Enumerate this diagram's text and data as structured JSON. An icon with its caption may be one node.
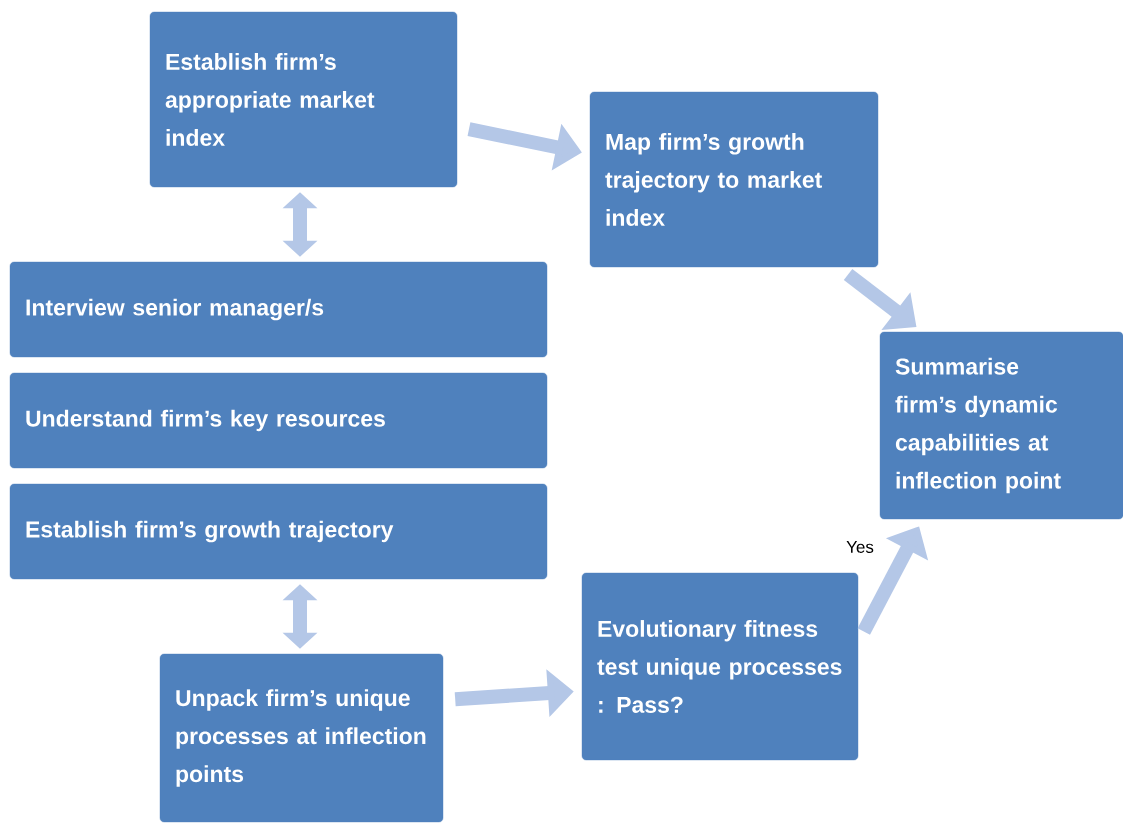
{
  "diagram": {
    "nodes": [
      {
        "text": [
          "Establish firm’s appropriate market index"
        ]
      },
      {
        "text": [
          "Map firm’s growth trajectory to market index"
        ]
      },
      {
        "text": [
          "Interview senior manager/s"
        ]
      },
      {
        "text": [
          "Understand firm’s key resources"
        ]
      },
      {
        "text": [
          "Establish firm’s growth trajectory"
        ]
      },
      {
        "text": [
          "Unpack firm’s unique processes at inflection points"
        ]
      },
      {
        "text": [
          "Evolutionary fitness test unique processes : Pass?"
        ]
      },
      {
        "text": [
          "Summarise firm’s dynamic capabilities at inflection point"
        ]
      }
    ],
    "edges": [
      {
        "from": 0,
        "to": 1,
        "arrow": "to"
      },
      {
        "from": 1,
        "to": 7,
        "arrow": "to"
      },
      {
        "from": 0,
        "to": 2,
        "arrow": "both"
      },
      {
        "from": 4,
        "to": 5,
        "arrow": "both"
      },
      {
        "from": 5,
        "to": 6,
        "arrow": "to"
      },
      {
        "from": 6,
        "to": 7,
        "arrow": "to",
        "label": "Yes"
      }
    ]
  }
}
